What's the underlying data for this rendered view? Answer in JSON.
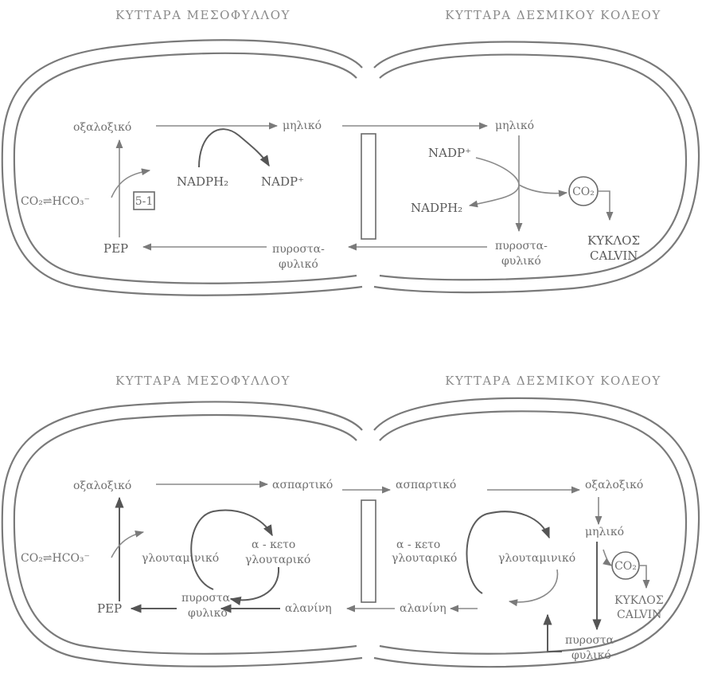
{
  "panel_top": {
    "title_left": "ΚΥΤΤΑΡΑ ΜΕΣΟΦΥΛΛΟΥ",
    "title_right": "ΚΥΤΤΑΡΑ ΔΕΣΜΙΚΟΥ ΚΟΛΕΟΥ",
    "left": {
      "oxaloacetate": "οξαλοξικό",
      "co2_hco3": "CO₂⇌HCO₃⁻",
      "enzyme_box": "5-1",
      "nadph2": "NADPH₂",
      "nadp": "NADP⁺",
      "pep": "PEP",
      "pyruvate_line1": "πυροστα-",
      "pyruvate_line2": "φυλικό"
    },
    "center": {
      "malate": "μηλικό"
    },
    "right": {
      "malate": "μηλικό",
      "nadp": "NADP⁺",
      "nadph2": "NADPH₂",
      "co2": "CO₂",
      "pyruvate_line1": "πυροστα-",
      "pyruvate_line2": "φυλικό",
      "calvin_line1": "ΚΥΚΛΟΣ",
      "calvin_line2": "CALVIN"
    }
  },
  "panel_bottom": {
    "title_left": "ΚΥΤΤΑΡΑ ΜΕΣΟΦΥΛΛΟΥ",
    "title_right": "ΚΥΤΤΑΡΑ ΔΕΣΜΙΚΟΥ ΚΟΛΕΟΥ",
    "left": {
      "oxaloacetate": "οξαλοξικό",
      "co2_hco3": "CO₂⇌HCO₃⁻",
      "glutamate": "γλουταμινικό",
      "ketoglutarate_line1": "α - κετο",
      "ketoglutarate_line2": "γλουταρικό",
      "pep": "PEP",
      "pyruvate_line1": "πυροστα-",
      "pyruvate_line2": "φυλικό"
    },
    "center": {
      "aspartate": "ασπαρτικό",
      "alanine": "αλανίνη"
    },
    "right": {
      "aspartate": "ασπαρτικό",
      "oxaloacetate": "οξαλοξικό",
      "ketoglutarate_line1": "α - κετο",
      "ketoglutarate_line2": "γλουταρικό",
      "glutamate": "γλουταμινικό",
      "malate": "μηλικό",
      "co2": "CO₂",
      "alanine": "αλανίνη",
      "calvin_line1": "ΚΥΚΛΟΣ",
      "calvin_line2": "CALVIN",
      "pyruvate_line1": "πυροστα-",
      "pyruvate_line2": "φυλικό"
    }
  }
}
